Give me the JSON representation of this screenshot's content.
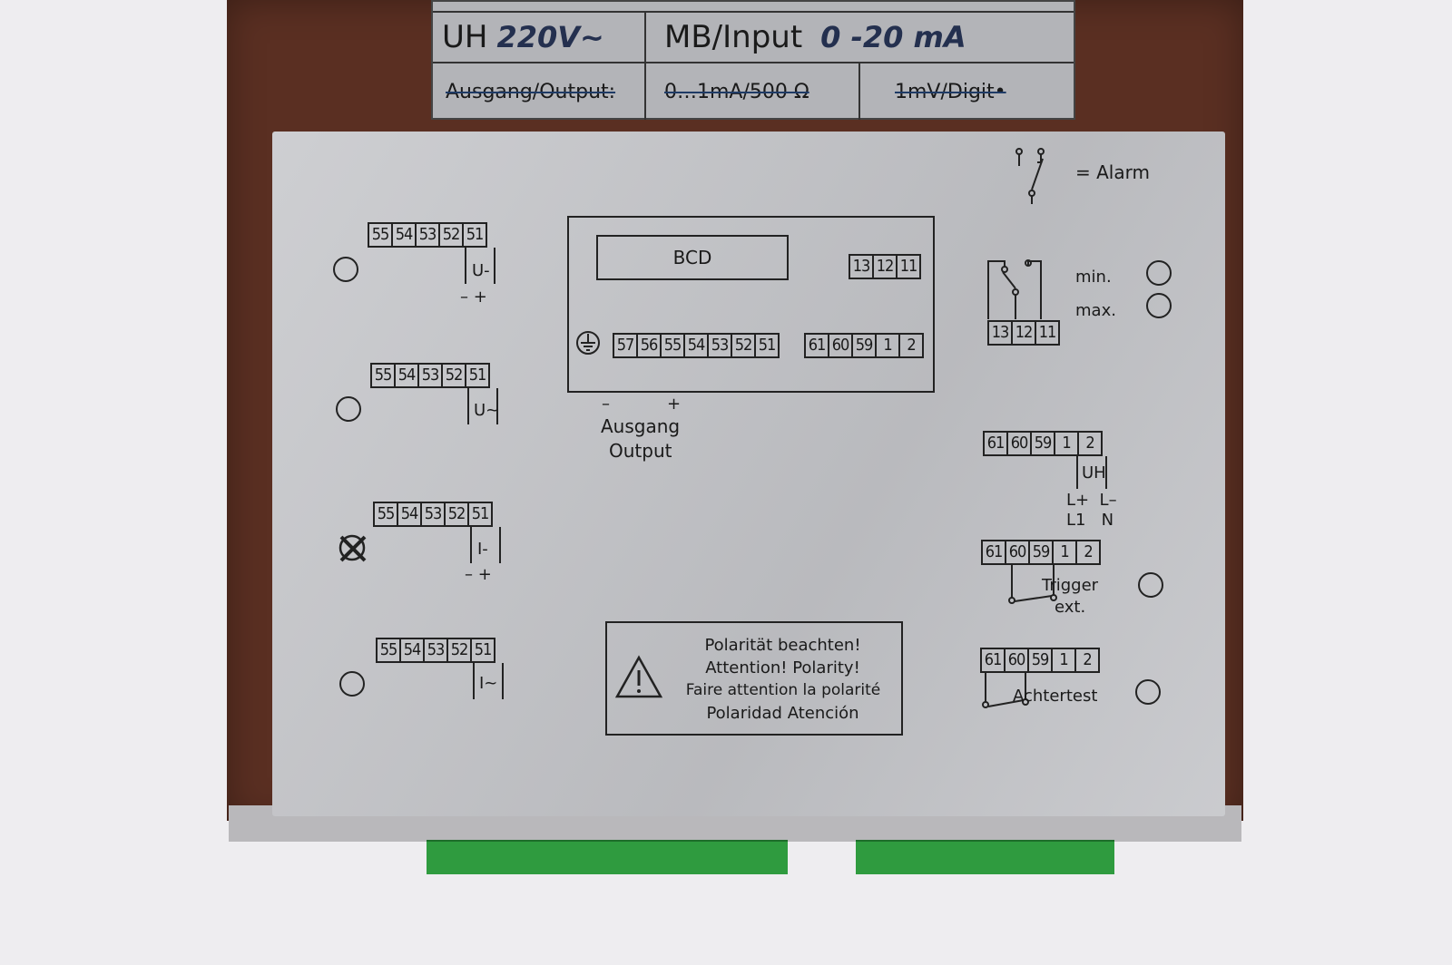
{
  "top_label": {
    "uh_prefix": "UH",
    "uh_value": "220V~",
    "input_label": "MB/Input",
    "input_value": "0 -20 mA",
    "output_label": "Ausgang/Output:",
    "output_range": "0…1mA/500 Ω",
    "output_digit": "1mV/Digit•"
  },
  "plate": {
    "alarm_label": "= Alarm",
    "min_label": "min.",
    "max_label": "max.",
    "relay_terminals": [
      "13",
      "12",
      "11"
    ],
    "input_blocks": [
      {
        "terminals": [
          "55",
          "54",
          "53",
          "52",
          "51"
        ],
        "signal": "U-",
        "polarity": "– +"
      },
      {
        "terminals": [
          "55",
          "54",
          "53",
          "52",
          "51"
        ],
        "signal": "U~",
        "polarity": ""
      },
      {
        "terminals": [
          "55",
          "54",
          "53",
          "52",
          "51"
        ],
        "signal": "I-",
        "polarity": "– +"
      },
      {
        "terminals": [
          "55",
          "54",
          "53",
          "52",
          "51"
        ],
        "signal": "I~",
        "polarity": ""
      }
    ],
    "bcd": {
      "label": "BCD",
      "top_terminals": [
        "13",
        "12",
        "11"
      ],
      "left_terminals": [
        "57",
        "56",
        "55",
        "54",
        "53",
        "52",
        "51"
      ],
      "right_terminals": [
        "61",
        "60",
        "59",
        "1",
        "2"
      ],
      "polarity": "–           +",
      "output_line1": "Ausgang",
      "output_line2": "Output"
    },
    "supply_block": {
      "terminals": [
        "61",
        "60",
        "59",
        "1",
        "2"
      ],
      "signal": "UH",
      "line1": "L+  L–",
      "line2": "L1   N"
    },
    "trigger_block": {
      "terminals": [
        "61",
        "60",
        "59",
        "1",
        "2"
      ],
      "label1": "Trigger",
      "label2": "ext."
    },
    "achtertest_block": {
      "terminals": [
        "61",
        "60",
        "59",
        "1",
        "2"
      ],
      "label": "Achtertest"
    },
    "warning": {
      "line1": "Polarität beachten!",
      "line2": "Attention! Polarity!",
      "line3": "Faire attention la polarité",
      "line4": "Polaridad Atención"
    }
  }
}
